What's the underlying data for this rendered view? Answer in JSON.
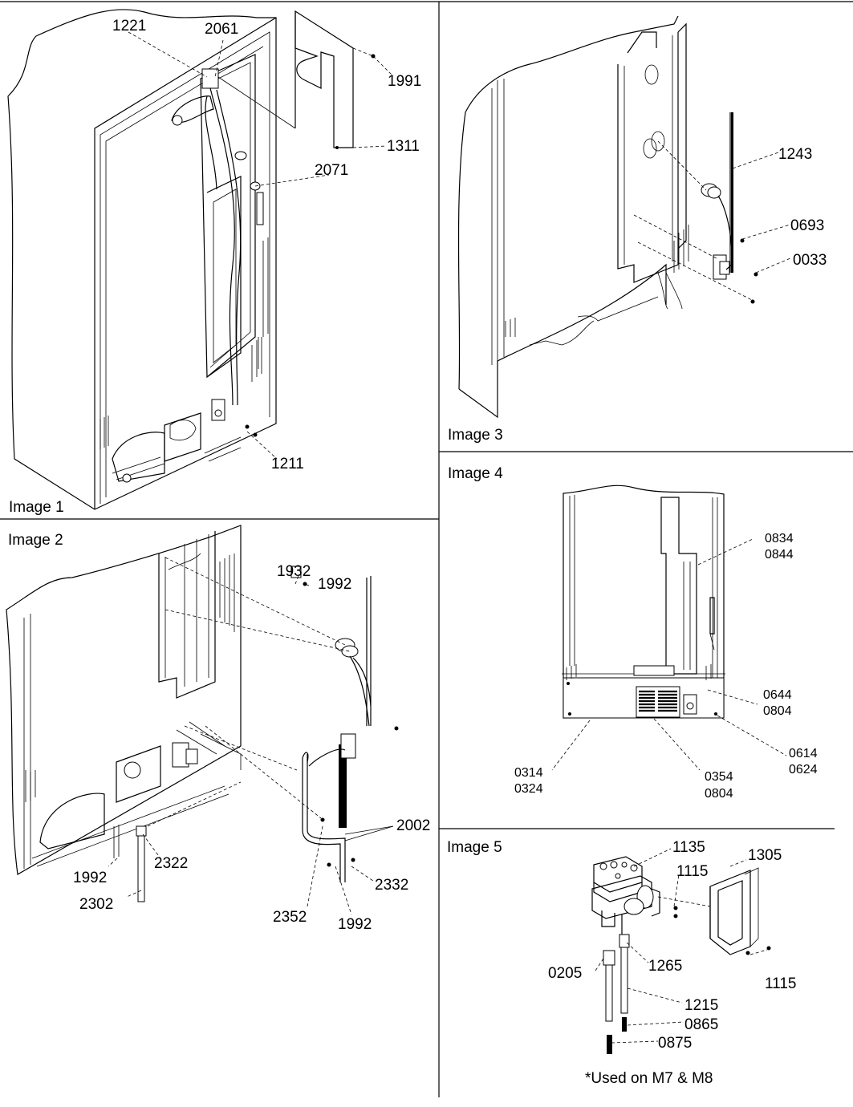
{
  "panels": [
    {
      "caption": "Image 1",
      "labels": [
        "1221",
        "2061",
        "1991",
        "1311",
        "2071",
        "1211"
      ]
    },
    {
      "caption": "Image 2",
      "labels": [
        "1932",
        "1992",
        "2002",
        "1992",
        "2322",
        "2302",
        "2332",
        "2352",
        "1992"
      ]
    },
    {
      "caption": "Image 3",
      "labels": [
        "1243",
        "0693",
        "0033"
      ]
    },
    {
      "caption": "Image 4",
      "labels": [
        "0834",
        "0844",
        "0644",
        "0804",
        "0614",
        "0624",
        "0314",
        "0324",
        "0354",
        "0804"
      ]
    },
    {
      "caption": "Image 5",
      "labels": [
        "1135",
        "1305",
        "1115",
        "1265",
        "0205",
        "1115",
        "1215",
        "0865",
        "0875"
      ],
      "note": "*Used on M7 & M8"
    }
  ]
}
